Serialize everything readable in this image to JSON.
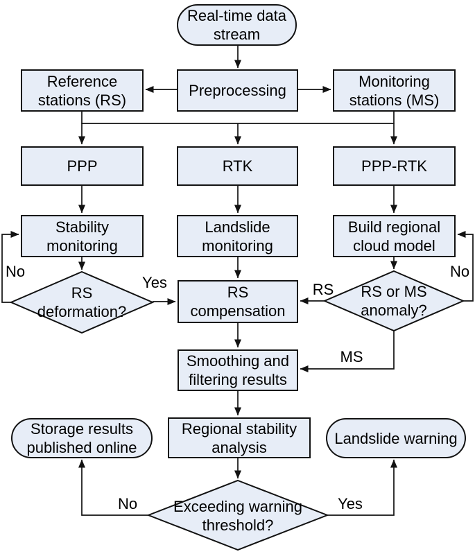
{
  "colors": {
    "node_fill": "#e7edf7",
    "node_border": "#121212",
    "line": "#121212",
    "text": "#000000",
    "background": "#ffffff"
  },
  "nodes": {
    "realtime_stream": {
      "shape": "stadium",
      "lines": [
        "Real-time data",
        "stream"
      ]
    },
    "reference_stations": {
      "shape": "rect",
      "lines": [
        "Reference",
        "stations (RS)"
      ]
    },
    "preprocessing": {
      "shape": "rect",
      "lines": [
        "Preprocessing"
      ]
    },
    "monitoring_stations": {
      "shape": "rect",
      "lines": [
        "Monitoring",
        "stations (MS)"
      ]
    },
    "ppp": {
      "shape": "rect",
      "lines": [
        "PPP"
      ]
    },
    "rtk": {
      "shape": "rect",
      "lines": [
        "RTK"
      ]
    },
    "ppp_rtk": {
      "shape": "rect",
      "lines": [
        "PPP-RTK"
      ]
    },
    "stability_monitoring": {
      "shape": "rect",
      "lines": [
        "Stability",
        "monitoring"
      ]
    },
    "landslide_monitoring": {
      "shape": "rect",
      "lines": [
        "Landslide",
        "monitoring"
      ]
    },
    "build_cloud_model": {
      "shape": "rect",
      "lines": [
        "Build regional",
        "cloud model"
      ]
    },
    "rs_deformation": {
      "shape": "diamond",
      "lines": [
        "RS",
        "deformation?"
      ]
    },
    "rs_compensation": {
      "shape": "rect",
      "lines": [
        "RS",
        "compensation"
      ]
    },
    "rs_ms_anomaly": {
      "shape": "diamond",
      "lines": [
        "RS or MS",
        "anomaly?"
      ]
    },
    "smoothing_filtering": {
      "shape": "rect",
      "lines": [
        "Smoothing and",
        "filtering results"
      ]
    },
    "regional_stability": {
      "shape": "rect",
      "lines": [
        "Regional stability",
        "analysis"
      ]
    },
    "storage_results": {
      "shape": "stadium",
      "lines": [
        "Storage results",
        "published online"
      ]
    },
    "landslide_warning": {
      "shape": "stadium",
      "lines": [
        "Landslide warning"
      ]
    },
    "exceeding_threshold": {
      "shape": "diamond",
      "lines": [
        "Exceeding warning",
        "threshold?"
      ]
    }
  },
  "edge_labels": {
    "no_left": "No",
    "yes_left": "Yes",
    "rs_branch": "RS",
    "no_right": "No",
    "ms_branch": "MS",
    "no_bottom": "No",
    "yes_bottom": "Yes"
  }
}
